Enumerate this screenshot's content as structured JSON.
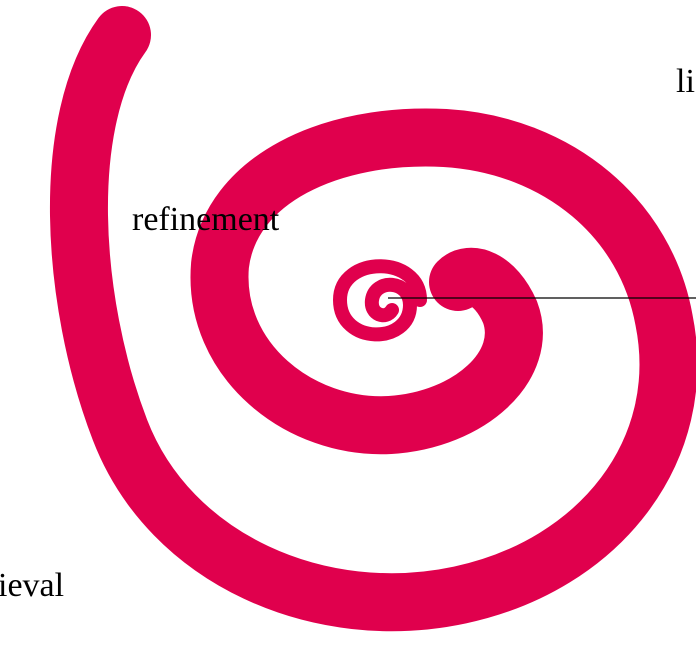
{
  "labels": {
    "top_right": "li",
    "middle": "refinement",
    "bottom_left": "ieval"
  },
  "colors": {
    "spiral": "#E0004D",
    "text": "#000000",
    "connector": "#000000",
    "background": "#FFFFFF"
  }
}
